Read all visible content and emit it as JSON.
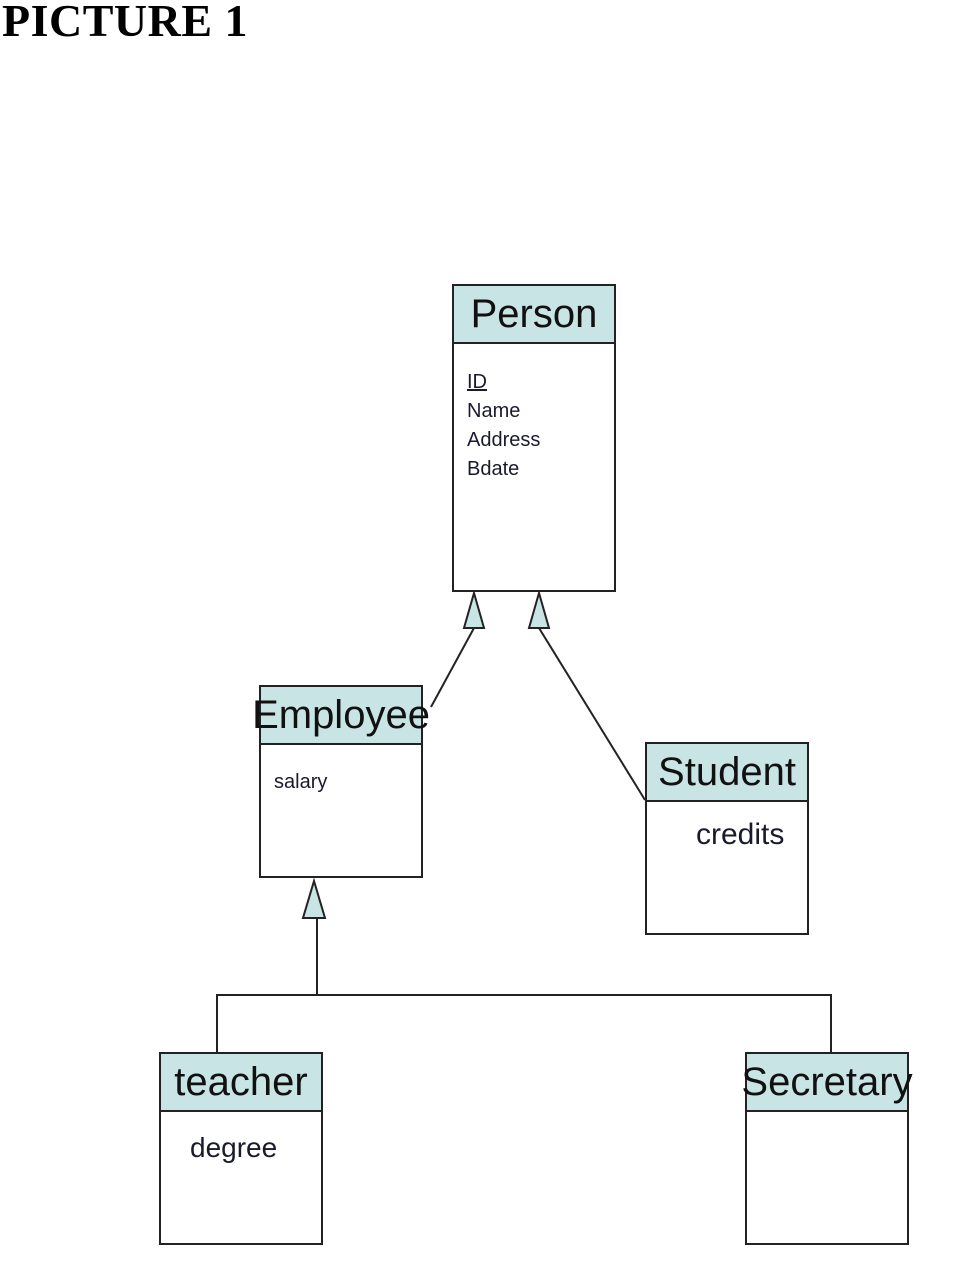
{
  "title": "PICTURE 1",
  "colors": {
    "header_fill": "#c8e4e4",
    "line": "#222222",
    "arrow_fill": "#c8e4e4"
  },
  "entities": {
    "person": {
      "name": "Person",
      "attributes": [
        "ID",
        "Name",
        "Address",
        "Bdate"
      ],
      "key_attribute": "ID"
    },
    "employee": {
      "name": "Employee",
      "attributes": [
        "salary"
      ]
    },
    "student": {
      "name": "Student",
      "attributes": [
        "credits"
      ]
    },
    "teacher": {
      "name": "teacher",
      "attributes": [
        "degree"
      ]
    },
    "secretary": {
      "name": "Secretary",
      "attributes": []
    }
  },
  "relationships": [
    {
      "type": "generalization",
      "child": "Employee",
      "parent": "Person"
    },
    {
      "type": "generalization",
      "child": "Student",
      "parent": "Person"
    },
    {
      "type": "generalization",
      "child": "teacher",
      "parent": "Employee"
    },
    {
      "type": "generalization",
      "child": "Secretary",
      "parent": "Employee"
    }
  ]
}
